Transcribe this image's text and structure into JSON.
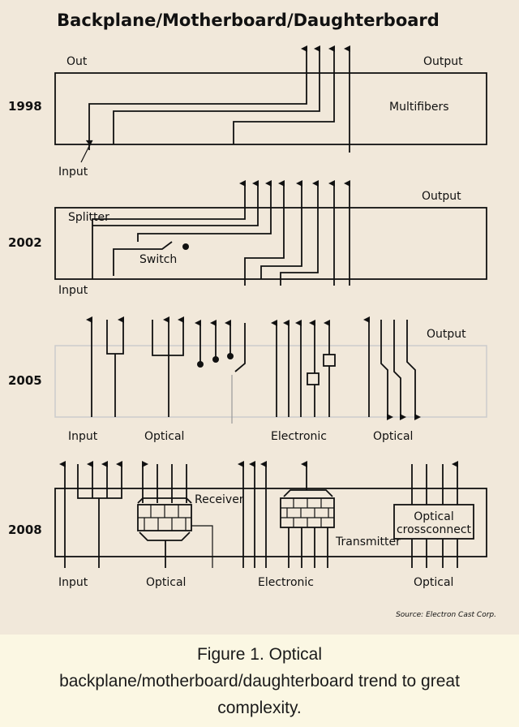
{
  "title": "Backplane/Motherboard/Daughterboard",
  "rows": [
    {
      "year": "1998",
      "labels": {
        "out": "Out",
        "output": "Output",
        "multifibers": "Multifibers",
        "input": "Input"
      }
    },
    {
      "year": "2002",
      "labels": {
        "output": "Output",
        "splitter": "Splitter",
        "switch": "Switch",
        "input": "Input"
      }
    },
    {
      "year": "2005",
      "labels": {
        "output": "Output",
        "input": "Input",
        "optical_1": "Optical",
        "electronic": "Electronic",
        "optical_2": "Optical"
      }
    },
    {
      "year": "2008",
      "labels": {
        "receiver": "Receiver",
        "transmitter": "Transmitter",
        "crossconnect_1": "Optical",
        "crossconnect_2": "crossconnect",
        "input": "Input",
        "optical_1": "Optical",
        "electronic": "Electronic",
        "optical_2": "Optical"
      }
    }
  ],
  "source": "Source: Electron Cast Corp.",
  "caption": {
    "line1": "Figure 1. Optical",
    "line2": "backplane/motherboard/daughterboard trend to great",
    "line3": "complexity."
  }
}
